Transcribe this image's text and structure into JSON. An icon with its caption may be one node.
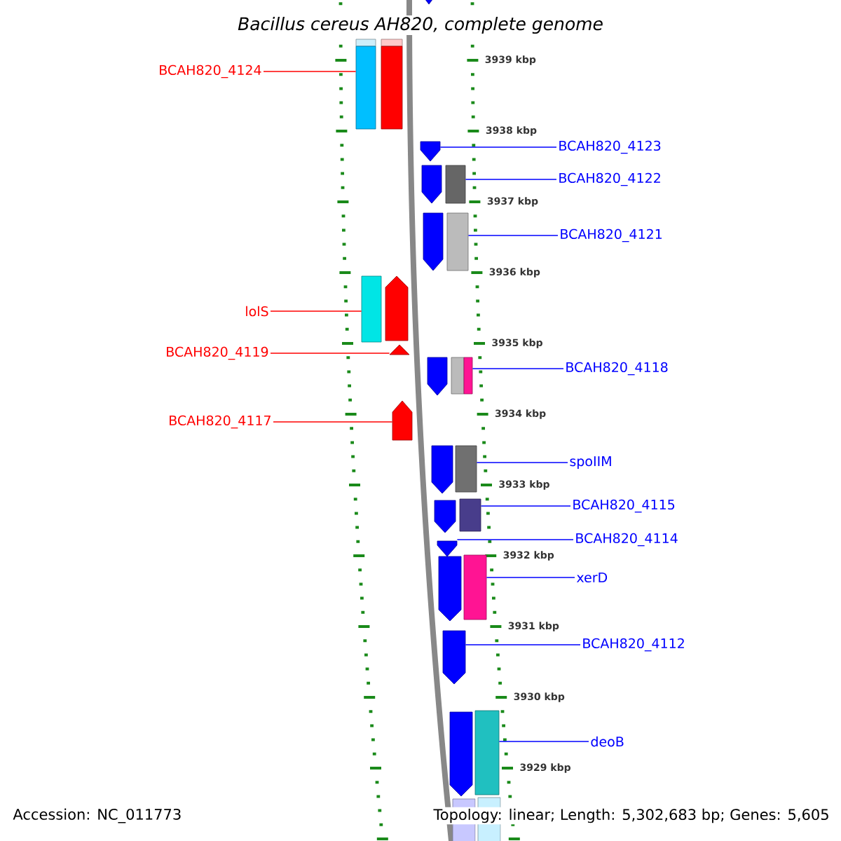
{
  "diagram": {
    "title": "Bacillus cereus AH820, complete genome",
    "nodes": [
      {
        "text": [],
        "shape": "arrow"
      },
      {
        "text": [
          "BCAH820_4124"
        ]
      },
      {
        "text": [],
        "shape": "arrow"
      },
      {
        "text": [
          "BCAH820_4123"
        ]
      },
      {
        "text": [],
        "shape": "arrow"
      },
      {
        "text": [
          "BCAH820_4122"
        ]
      },
      {
        "text": [],
        "shape": "arrow"
      },
      {
        "text": [
          "BCAH820_4121"
        ]
      },
      {
        "text": [],
        "shape": "arrow"
      },
      {
        "text": [
          "lolS"
        ]
      },
      {
        "text": [],
        "shape": "arrow"
      },
      {
        "text": [
          "BCAH820_4119"
        ]
      },
      {
        "text": [],
        "shape": "arrow"
      },
      {
        "text": [
          "BCAH820_4118"
        ]
      },
      {
        "text": [],
        "shape": "arrow"
      },
      {
        "text": [
          "BCAH820_4117"
        ]
      },
      {
        "text": [],
        "shape": "arrow"
      },
      {
        "text": [
          "spoIIM"
        ]
      },
      {
        "text": [],
        "shape": "arrow"
      },
      {
        "text": [
          "BCAH820_4115"
        ]
      },
      {
        "text": [],
        "shape": "arrow"
      },
      {
        "text": [
          "BCAH820_4114"
        ]
      },
      {
        "text": [],
        "shape": "arrow"
      },
      {
        "text": [
          "xerD"
        ]
      },
      {
        "text": [],
        "shape": "arrow"
      },
      {
        "text": [
          "BCAH820_4112"
        ]
      },
      {
        "text": [],
        "shape": "arrow"
      },
      {
        "text": [
          "deoB"
        ]
      },
      {
        "text": [],
        "shape": "arrow"
      },
      {
        "text": [],
        "shape": "arrow"
      }
    ],
    "edges": [
      {
        "from": 1,
        "to": 2,
        "arrow": "none",
        "color": "#ff0000"
      },
      {
        "from": 3,
        "to": 4,
        "arrow": "none"
      },
      {
        "from": 5,
        "to": 6,
        "arrow": "none"
      },
      {
        "from": 7,
        "to": 8,
        "arrow": "none"
      },
      {
        "from": 9,
        "to": 10,
        "arrow": "none",
        "color": "#ff0000"
      },
      {
        "from": 11,
        "to": 12,
        "arrow": "none",
        "color": "#ff0000"
      },
      {
        "from": 13,
        "to": 14,
        "arrow": "none"
      },
      {
        "from": 15,
        "to": 16,
        "arrow": "none",
        "color": "#ff0000"
      },
      {
        "from": 17,
        "to": 18,
        "arrow": "none"
      },
      {
        "from": 19,
        "to": 20,
        "arrow": "none"
      },
      {
        "from": 21,
        "to": 22,
        "arrow": "none"
      },
      {
        "from": 23,
        "to": 24,
        "arrow": "none"
      },
      {
        "from": 25,
        "to": 26,
        "arrow": "none"
      },
      {
        "from": 27,
        "to": 28,
        "arrow": "none"
      }
    ],
    "labels": [
      "3939 kbp",
      "3938 kbp",
      "3937 kbp",
      "3936 kbp",
      "3935 kbp",
      "3934 kbp",
      "3933 kbp",
      "3932 kbp",
      "3931 kbp",
      "3930 kbp",
      "3929 kbp",
      "Accession: NC_011773",
      "Topology: linear; Length: 5,302,683 bp; Genes: 5,605"
    ]
  }
}
